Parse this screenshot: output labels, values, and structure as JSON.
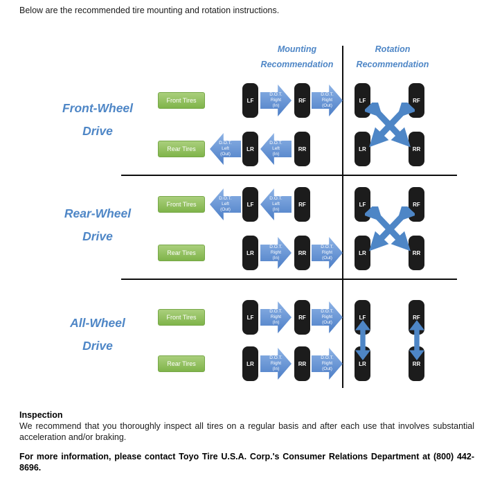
{
  "intro": "Below are the recommended tire mounting and rotation instructions.",
  "headers": {
    "mounting": [
      "Mounting",
      "Recommendation"
    ],
    "rotation": [
      "Rotation",
      "Recommendation"
    ]
  },
  "rows": [
    {
      "label": [
        "Front-Wheel",
        "Drive"
      ],
      "front_group": "Front Tires",
      "rear_group": "Rear Tires",
      "mf": {
        "t1": "LF",
        "t2": "RF",
        "a1": [
          "D.O.T.",
          "Right",
          "(In)"
        ],
        "a2": [
          "D.O.T.",
          "Right",
          "(Out)"
        ]
      },
      "mr": {
        "t1": "LR",
        "t2": "RR",
        "a1": [
          "D.O.T.",
          "Left",
          "(Out)"
        ],
        "a2": [
          "D.O.T.",
          "Left",
          "(In)"
        ]
      },
      "rot": {
        "type": "cross",
        "lf": "LF",
        "rf": "RF",
        "lr": "LR",
        "rr": "RR"
      }
    },
    {
      "label": [
        "Rear-Wheel",
        "Drive"
      ],
      "front_group": "Front Tires",
      "rear_group": "Rear Tires",
      "mf": {
        "t1": "LF",
        "t2": "RF",
        "a1": [
          "D.O.T.",
          "Left",
          "(Out)"
        ],
        "a2": [
          "D.O.T.",
          "Left",
          "(In)"
        ]
      },
      "mr": {
        "t1": "LR",
        "t2": "RR",
        "a1": [
          "D.O.T.",
          "Right",
          "(In)"
        ],
        "a2": [
          "D.O.T.",
          "Right",
          "(Out)"
        ]
      },
      "rot": {
        "type": "cross",
        "lf": "LF",
        "rf": "RF",
        "lr": "LR",
        "rr": "RR"
      }
    },
    {
      "label": [
        "All-Wheel",
        "Drive"
      ],
      "front_group": "Front Tires",
      "rear_group": "Rear Tires",
      "mf": {
        "t1": "LF",
        "t2": "RF",
        "a1": [
          "D.O.T.",
          "Right",
          "(In)"
        ],
        "a2": [
          "D.O.T.",
          "Right",
          "(Out)"
        ]
      },
      "mr": {
        "t1": "LR",
        "t2": "RR",
        "a1": [
          "D.O.T.",
          "Right",
          "(In)"
        ],
        "a2": [
          "D.O.T.",
          "Right",
          "(Out)"
        ]
      },
      "rot": {
        "type": "front-to-rear",
        "lf": "LF",
        "rf": "RF",
        "lr": "LR",
        "rr": "RR"
      }
    }
  ],
  "footer": {
    "inspection_title": "Inspection",
    "inspection_body": "We recommend that you thoroughly inspect all tires on a regular basis and after each use that involves substantial acceleration and/or braking.",
    "contact": "For more information, please contact Toyo Tire U.S.A. Corp.'s Consumer Relations Department at (800) 442-8696."
  },
  "colors": {
    "accent_blue": "#4e86c6",
    "arrow_blue": "#5b8ed6",
    "group_green": "#8fbf5c",
    "tire_black": "#1c1c1c"
  }
}
